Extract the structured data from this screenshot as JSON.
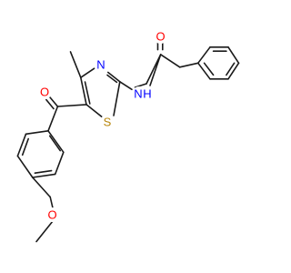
{
  "molecule": {
    "atom_labels": {
      "O_carbonyl_left": "O",
      "O_carbonyl_right": "O",
      "S_thiazole": "S",
      "N_thiazole": "N",
      "NH_amide": "N",
      "H_amide": "H",
      "O_methoxy": "O"
    },
    "colors": {
      "oxygen": "#ff0000",
      "nitrogen": "#0000ff",
      "sulfur": "#b8860b",
      "bond": "#1a1a1a"
    }
  }
}
